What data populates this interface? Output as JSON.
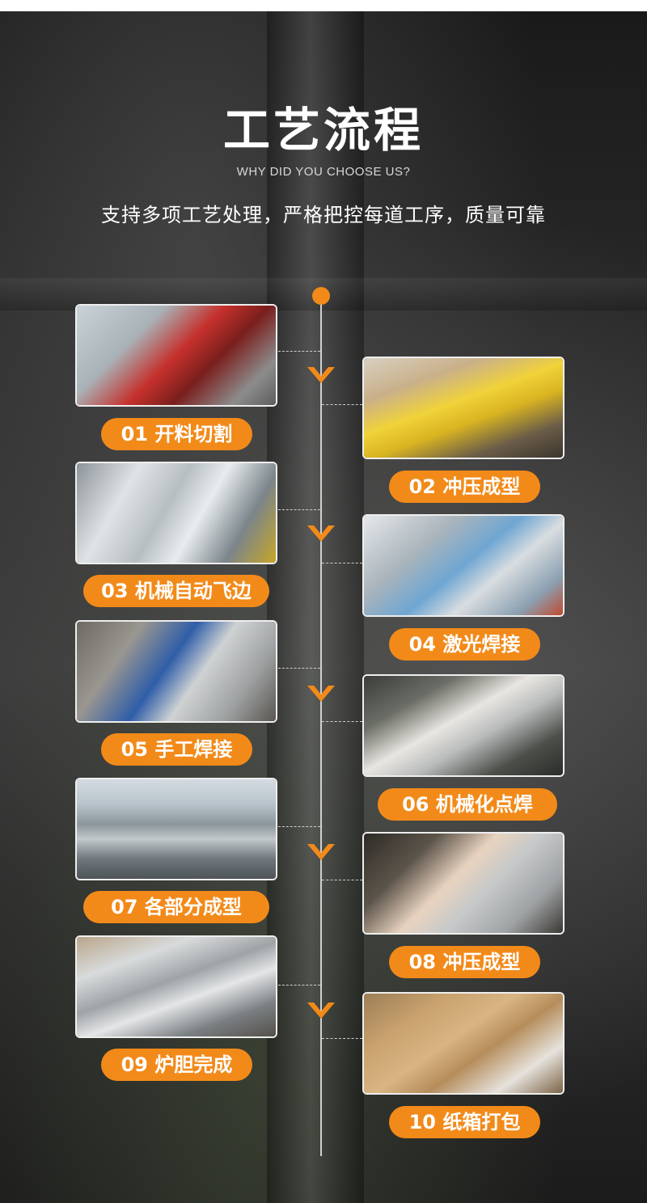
{
  "header": {
    "title": "工艺流程",
    "subtitle_en": "WHY DID YOU CHOOSE US?",
    "subtitle_cn": "支持多项工艺处理，严格把控每道工序，质量可靠"
  },
  "colors": {
    "accent": "#f28a1a",
    "timeline": "#d0d0d0",
    "background": "#2a2a2a"
  },
  "steps": [
    {
      "label": "01 开料切割"
    },
    {
      "label": "02 冲压成型"
    },
    {
      "label": "03 机械自动飞边"
    },
    {
      "label": "04 激光焊接"
    },
    {
      "label": "05 手工焊接"
    },
    {
      "label": "06 机械化点焊"
    },
    {
      "label": "07 各部分成型"
    },
    {
      "label": "08 冲压成型"
    },
    {
      "label": "09 炉胆完成"
    },
    {
      "label": "10 纸箱打包"
    }
  ]
}
